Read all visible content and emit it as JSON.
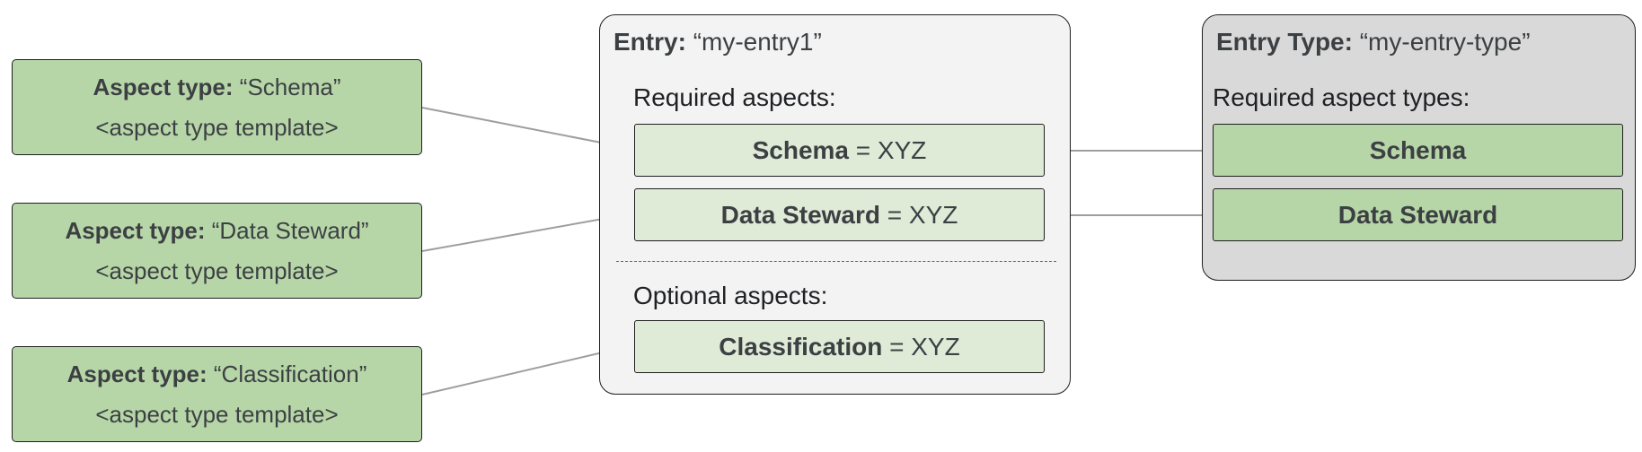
{
  "aspect_types": [
    {
      "label": "Aspect type:",
      "name": "“Schema”",
      "template": "<aspect type template>"
    },
    {
      "label": "Aspect type:",
      "name": "“Data Steward”",
      "template": "<aspect type template>"
    },
    {
      "label": "Aspect type:",
      "name": "“Classification”",
      "template": "<aspect type template>"
    }
  ],
  "entry": {
    "label": "Entry:",
    "name": "“my-entry1”",
    "required_label": "Required aspects:",
    "required": [
      {
        "name": "Schema",
        "value": "= XYZ"
      },
      {
        "name": "Data Steward",
        "value": "= XYZ"
      }
    ],
    "optional_label": "Optional aspects:",
    "optional": [
      {
        "name": "Classification",
        "value": "= XYZ"
      }
    ]
  },
  "entry_type": {
    "label": "Entry Type:",
    "name": "“my-entry-type”",
    "required_label": "Required aspect types:",
    "required": [
      {
        "name": "Schema"
      },
      {
        "name": "Data Steward"
      }
    ]
  },
  "colors": {
    "aspect_type_fill": "#b7d6a8",
    "entry_aspect_fill": "#dfead7",
    "entry_fill": "#f3f3f3",
    "entry_type_fill": "#d9d9d9",
    "connector": "#9e9e9e"
  }
}
